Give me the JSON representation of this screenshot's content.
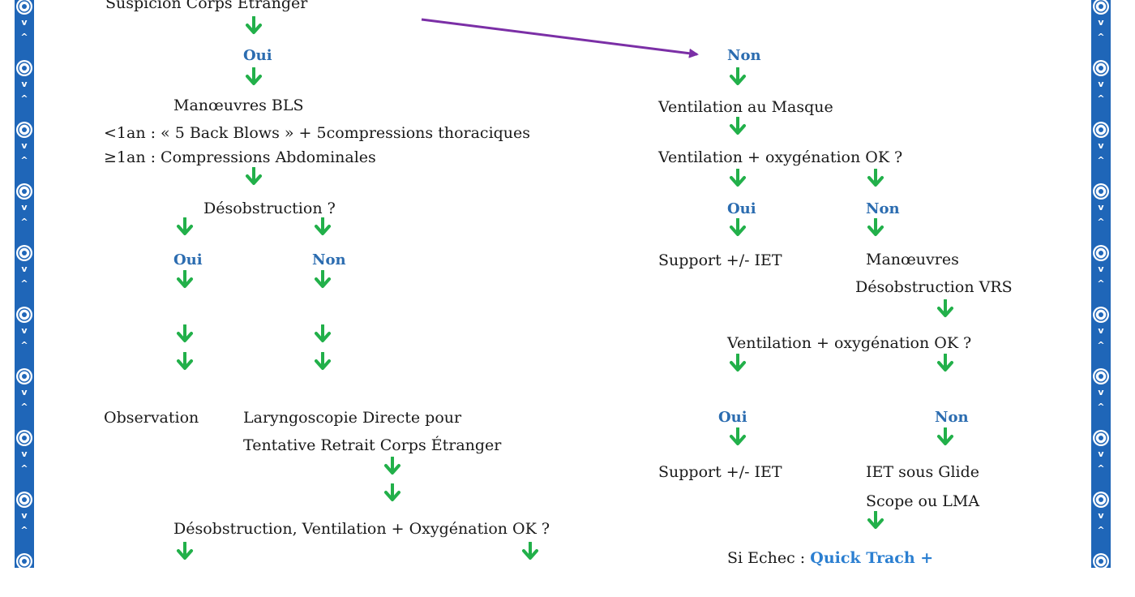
{
  "colors": {
    "arrow": "#22b04a",
    "border": "#1f66b8",
    "purple": "#7b2fa6",
    "answer": "#2b6cb0"
  },
  "left": {
    "suspicion": "Suspicion Corps Étranger",
    "oui1": "Oui",
    "manoeuvres": "Manœuvres BLS",
    "lt1an": "<1an : « 5 Back Blows » + 5compressions thoraciques",
    "ge1an": "≥1an : Compressions Abdominales",
    "desobstruction": "Désobstruction ?",
    "oui2": "Oui",
    "non2": "Non",
    "observation": "Observation",
    "laryngo1": "Laryngoscopie Directe pour",
    "laryngo2": "Tentative Retrait Corps Étranger",
    "deso_ok": "Désobstruction, Ventilation + Oxygénation OK ?"
  },
  "right": {
    "non1": "Non",
    "ventilation_masque": "Ventilation au Masque",
    "vent_ok1": "Ventilation + oxygénation OK ?",
    "oui2": "Oui",
    "non2": "Non",
    "support1": "Support +/- IET",
    "manoeuvres": "Manœuvres",
    "deso_vrs": "Désobstruction VRS",
    "vent_ok2": "Ventilation + oxygénation OK ?",
    "oui3": "Oui",
    "non3": "Non",
    "support2": "Support +/- IET",
    "iet_glide": "IET sous Glide",
    "scope_lma": "Scope ou LMA",
    "si_echec": "Si Echec :",
    "quick_trach": "Quick Trach +"
  }
}
